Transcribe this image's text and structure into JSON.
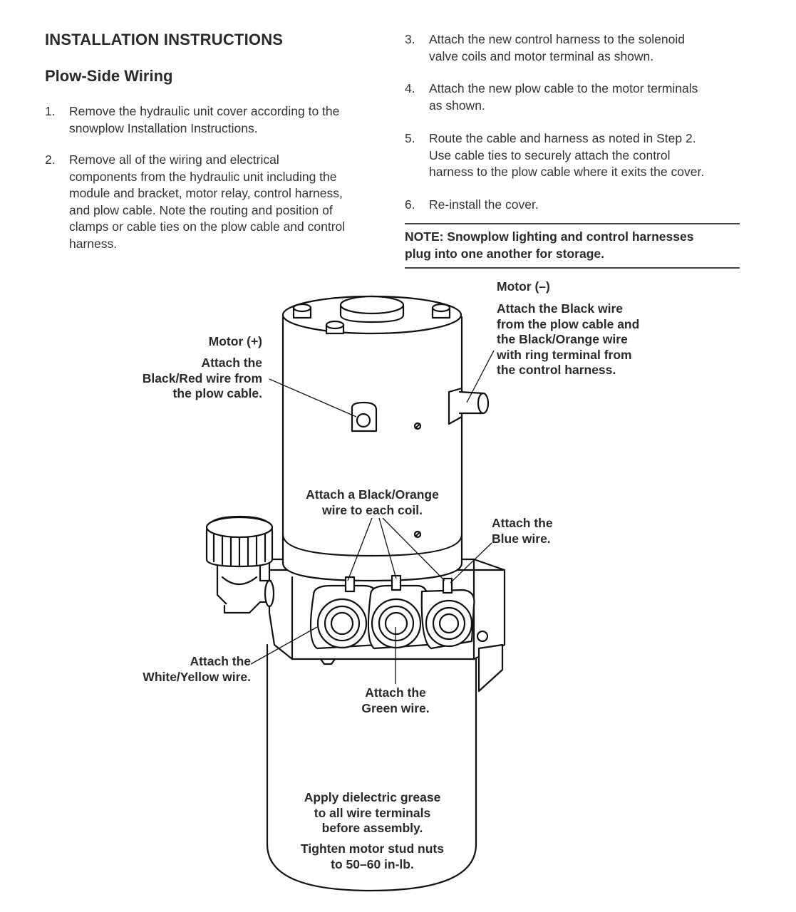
{
  "heading": "INSTALLATION INSTRUCTIONS",
  "subheading": "Plow-Side Wiring",
  "steps": [
    {
      "num": "1.",
      "text": "Remove the hydraulic unit cover according to the\nsnowplow Installation Instructions."
    },
    {
      "num": "2.",
      "text": "Remove all of the wiring and electrical\ncomponents from the hydraulic unit including the\nmodule and bracket, motor relay, control harness,\nand plow cable. Note the routing and position of\nclamps or cable ties on the plow cable and control\nharness."
    },
    {
      "num": "3.",
      "text": "Attach the new control harness to the solenoid\nvalve coils and motor terminal as shown."
    },
    {
      "num": "4.",
      "text": "Attach the new plow cable to the motor terminals\nas shown."
    },
    {
      "num": "5.",
      "text": "Route the cable and harness as noted in Step 2.\nUse cable ties to securely attach the control\nharness to the plow cable where it exits the cover."
    },
    {
      "num": "6.",
      "text": "Re-install the cover."
    }
  ],
  "note": "NOTE: Snowplow lighting and control harnesses\nplug into one another for storage.",
  "callouts": {
    "motor_neg_title": "Motor (–)",
    "motor_neg_text": "Attach the Black wire\nfrom the plow cable and\nthe Black/Orange wire\nwith ring terminal from\nthe control harness.",
    "motor_pos_title": "Motor (+)",
    "motor_pos_text": "Attach the\nBlack/Red wire from\nthe plow cable.",
    "coil_text": "Attach a Black/Orange\nwire to each coil.",
    "blue_text": "Attach the\nBlue wire.",
    "white_yellow_text": "Attach the\nWhite/Yellow wire.",
    "green_text": "Attach the\nGreen wire.",
    "grease_text": "Apply dielectric grease\nto all wire terminals\nbefore assembly.",
    "torque_text": "Tighten motor stud nuts\nto 50–60 in-lb."
  }
}
